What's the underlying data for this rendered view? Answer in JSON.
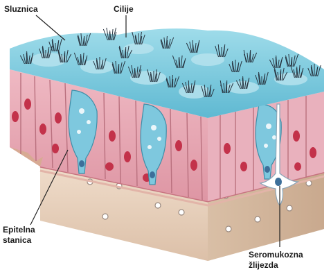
{
  "labels": {
    "sluznica": "Sluznica",
    "cilije": "Cilije",
    "epitelna": [
      "Epitelna",
      "stanica"
    ],
    "seromukozna": [
      "Seromukozna",
      "žlijezda"
    ]
  },
  "colors": {
    "cilia_top": "#6fc6d8",
    "cilia_dark": "#27333f",
    "epithelium": "#e7a8b4",
    "nucleus": "#c3324a",
    "goblet_cell": "#7ec8de",
    "connective_tissue": "#e9d3c0",
    "lamina": "#d48b92",
    "leader_line": "#222222"
  }
}
